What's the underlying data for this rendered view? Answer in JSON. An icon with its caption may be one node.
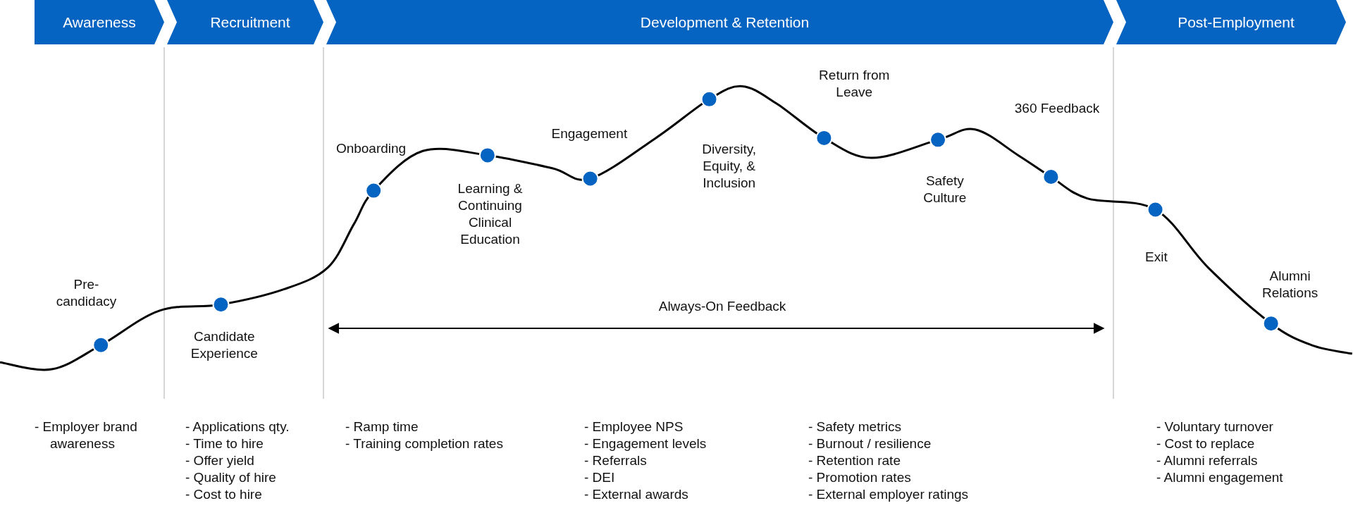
{
  "diagram": {
    "nodes": [
      {
        "text": [
          "Awareness"
        ]
      },
      {
        "text": [
          "Recruitment"
        ]
      },
      {
        "text": [
          "Development & Retention"
        ]
      },
      {
        "text": [
          "Post-Employment"
        ]
      },
      {
        "text": [
          "Pre-candidacy"
        ]
      },
      {
        "text": [
          "Candidate Experience"
        ]
      },
      {
        "text": [
          "Onboarding"
        ]
      },
      {
        "text": [
          "Learning & Continuing Clinical Education"
        ]
      },
      {
        "text": [
          "Engagement"
        ]
      },
      {
        "text": [
          "Diversity, Equity, & Inclusion"
        ]
      },
      {
        "text": [
          "Return from Leave"
        ]
      },
      {
        "text": [
          "Safety Culture"
        ]
      },
      {
        "text": [
          "360 Feedback"
        ]
      },
      {
        "text": [
          "Exit"
        ]
      },
      {
        "text": [
          "Alumni Relations"
        ]
      }
    ],
    "edges": [],
    "labels": [
      "Always-On Feedback",
      "- Employer brand awareness",
      "- Applications qty.",
      "- Time to hire",
      "- Offer yield",
      "- Quality of hire",
      "- Cost to hire",
      "- Ramp time",
      "- Training completion rates",
      "- Employee NPS",
      "- Engagement levels",
      "- Referrals",
      "- DEI",
      "- External awards",
      "- Safety metrics",
      "- Burnout / resilience",
      "- Retention rate",
      "- Promotion rates",
      "- External employer ratings",
      "- Voluntary turnover",
      "- Cost to replace",
      "- Alumni referrals",
      "- Alumni engagement"
    ]
  }
}
